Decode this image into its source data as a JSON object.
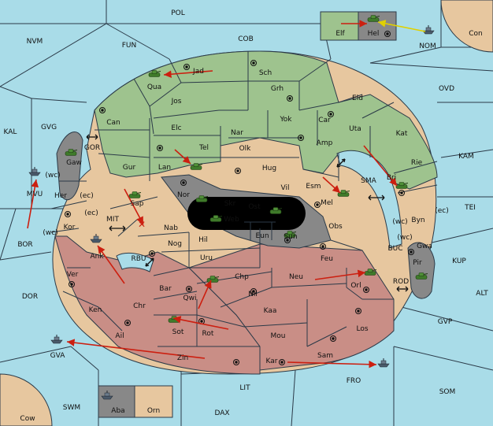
{
  "game": "Diplomacy variant map (spiral)",
  "colors": {
    "sea": "#a9dce8",
    "green": "#9ec38e",
    "tan": "#e7c79f",
    "red": "#c98e86",
    "grey": "#888888",
    "black": "#000000",
    "orange_sc": "#f0d1a3",
    "arrow_red": "#cc1f10",
    "arrow_yellow": "#e0d000",
    "fleet": "#5a6a7a",
    "army": "#3f7a2a"
  },
  "labels": {
    "sea": [
      "POL",
      "NVM",
      "FUN",
      "COB",
      "Con",
      "NOM",
      "OVD",
      "KAL",
      "GVG",
      "GOR",
      "KAM",
      "TEI",
      "SMA",
      "MIT",
      "BOR",
      "RBU",
      "KUP",
      "BUC",
      "ALT",
      "ROD",
      "DOR",
      "GVP",
      "GVA",
      "SOM",
      "FRO",
      "LIT",
      "SWM",
      "DAX",
      "Cow"
    ],
    "land": [
      "Elf",
      "Hel",
      "Jad",
      "Sch",
      "Qua",
      "Jos",
      "Grh",
      "Eld",
      "Can",
      "Elc",
      "Yok",
      "Car",
      "Nar",
      "Uta",
      "Kat",
      "Tel",
      "Olk",
      "Amp",
      "Gur",
      "Lan",
      "Hug",
      "Rie",
      "Gaw",
      "Esm",
      "Bri",
      "Her",
      "Nor",
      "Vil",
      "Mel",
      "Skr",
      "Ost",
      "Byn",
      "Sap",
      "Web",
      "Obs",
      "MVU",
      "Kor",
      "Nab",
      "Eun",
      "Sun",
      "Gwa",
      "Ank",
      "Nog",
      "Hil",
      "Pir",
      "Uru",
      "Feu",
      "Ver",
      "Bar",
      "Chp",
      "Neu",
      "Orl",
      "Qwi",
      "Nil",
      "Ken",
      "Chr",
      "Kaa",
      "Sot",
      "Rot",
      "Ail",
      "Los",
      "Mou",
      "Zin",
      "Kar",
      "Sam",
      "Aba",
      "Orn"
    ],
    "coast": [
      "(wc)",
      "(ec)",
      "(ec)",
      "(wc)",
      "(wc)",
      "(ec)",
      "(wc)"
    ]
  }
}
